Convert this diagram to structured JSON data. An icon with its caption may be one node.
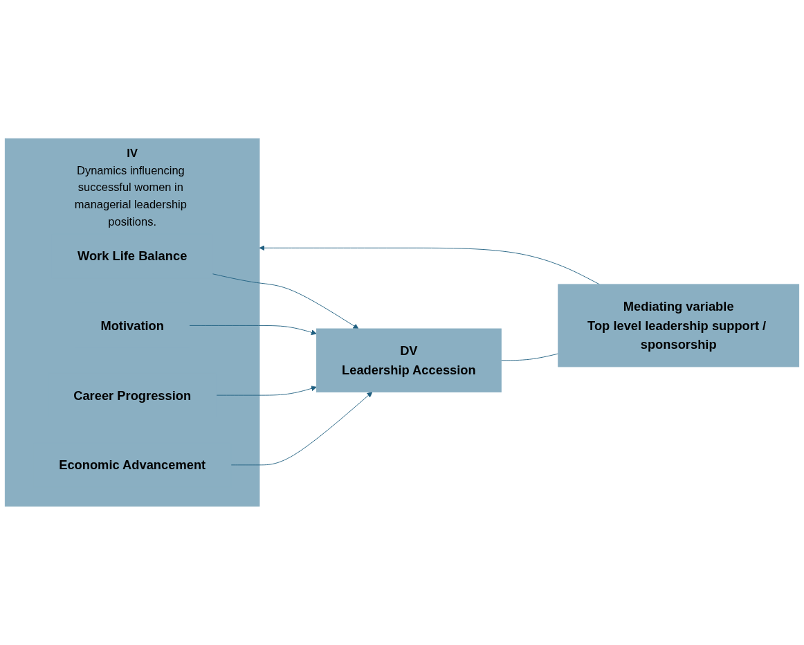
{
  "diagram": {
    "nodes": [
      {
        "text": [
          "IV",
          "Dynamics influencing successful women in managerial leadership positions."
        ]
      },
      {
        "text": [
          "Work Life Balance"
        ],
        "in": 0
      },
      {
        "text": [
          "Motivation"
        ],
        "in": 0
      },
      {
        "text": [
          "Career Progression"
        ],
        "in": 0
      },
      {
        "text": [
          "Economic Advancement"
        ],
        "in": 0
      },
      {
        "text": [
          "DV",
          "Leadership Accession"
        ]
      },
      {
        "text": [
          "Mediating variable",
          "Top level leadership support / sponsorship"
        ]
      }
    ],
    "edges": [
      {
        "from": 1,
        "to": 5,
        "arrow": "to"
      },
      {
        "from": 2,
        "to": 5,
        "arrow": "to"
      },
      {
        "from": 3,
        "to": 5,
        "arrow": "to"
      },
      {
        "from": 4,
        "to": 5,
        "arrow": "to"
      },
      {
        "from": 5,
        "to": 6,
        "arrow": "none"
      },
      {
        "from": 6,
        "to": 0,
        "arrow": "to"
      }
    ]
  }
}
